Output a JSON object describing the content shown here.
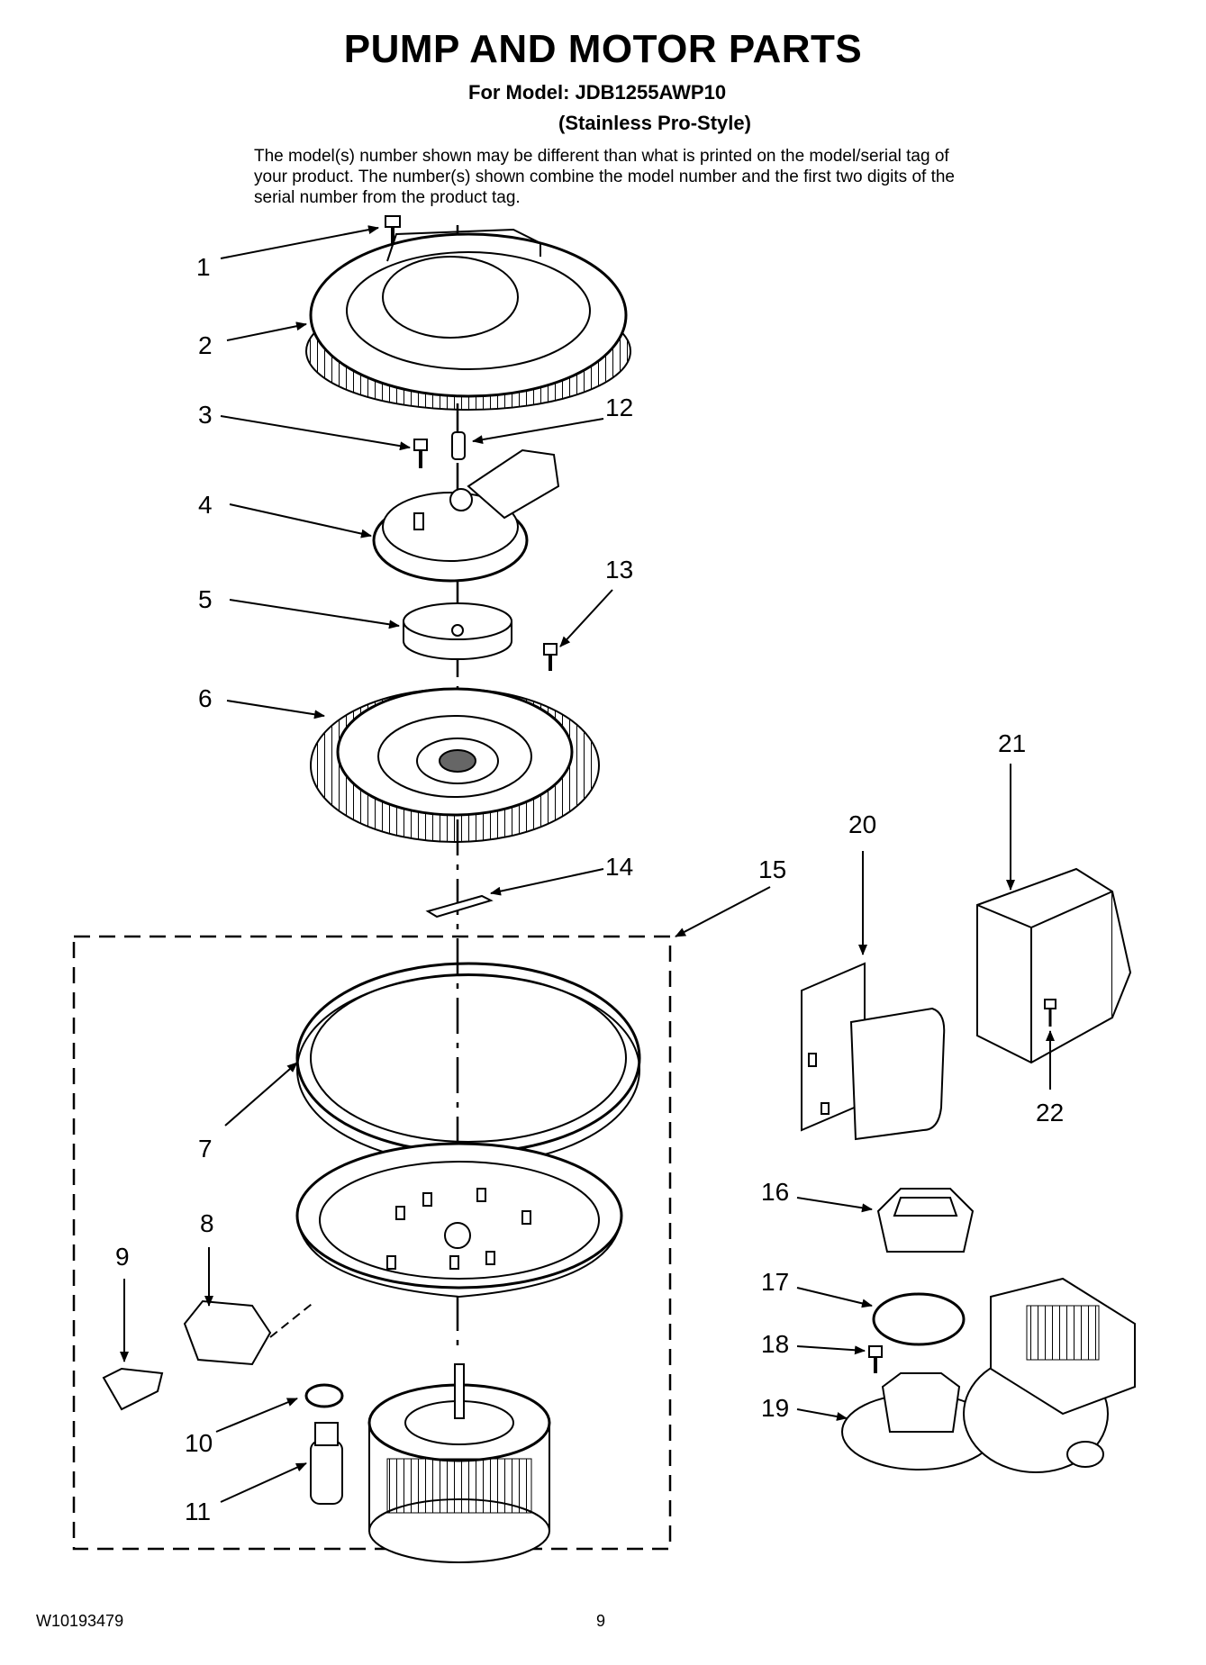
{
  "header": {
    "title": "PUMP AND MOTOR PARTS",
    "model_line": "For Model: JDB1255AWP10",
    "style_line": "(Stainless Pro-Style)",
    "note": "The model(s) number shown may be different than what is printed on the model/serial tag of your product. The number(s) shown combine the model number and the first two digits of the serial number from the product tag."
  },
  "callouts": [
    "1",
    "2",
    "3",
    "4",
    "5",
    "6",
    "7",
    "8",
    "9",
    "10",
    "11",
    "12",
    "13",
    "14",
    "15",
    "16",
    "17",
    "18",
    "19",
    "20",
    "21",
    "22"
  ],
  "footer": {
    "doc_number": "W10193479",
    "page": "9"
  }
}
